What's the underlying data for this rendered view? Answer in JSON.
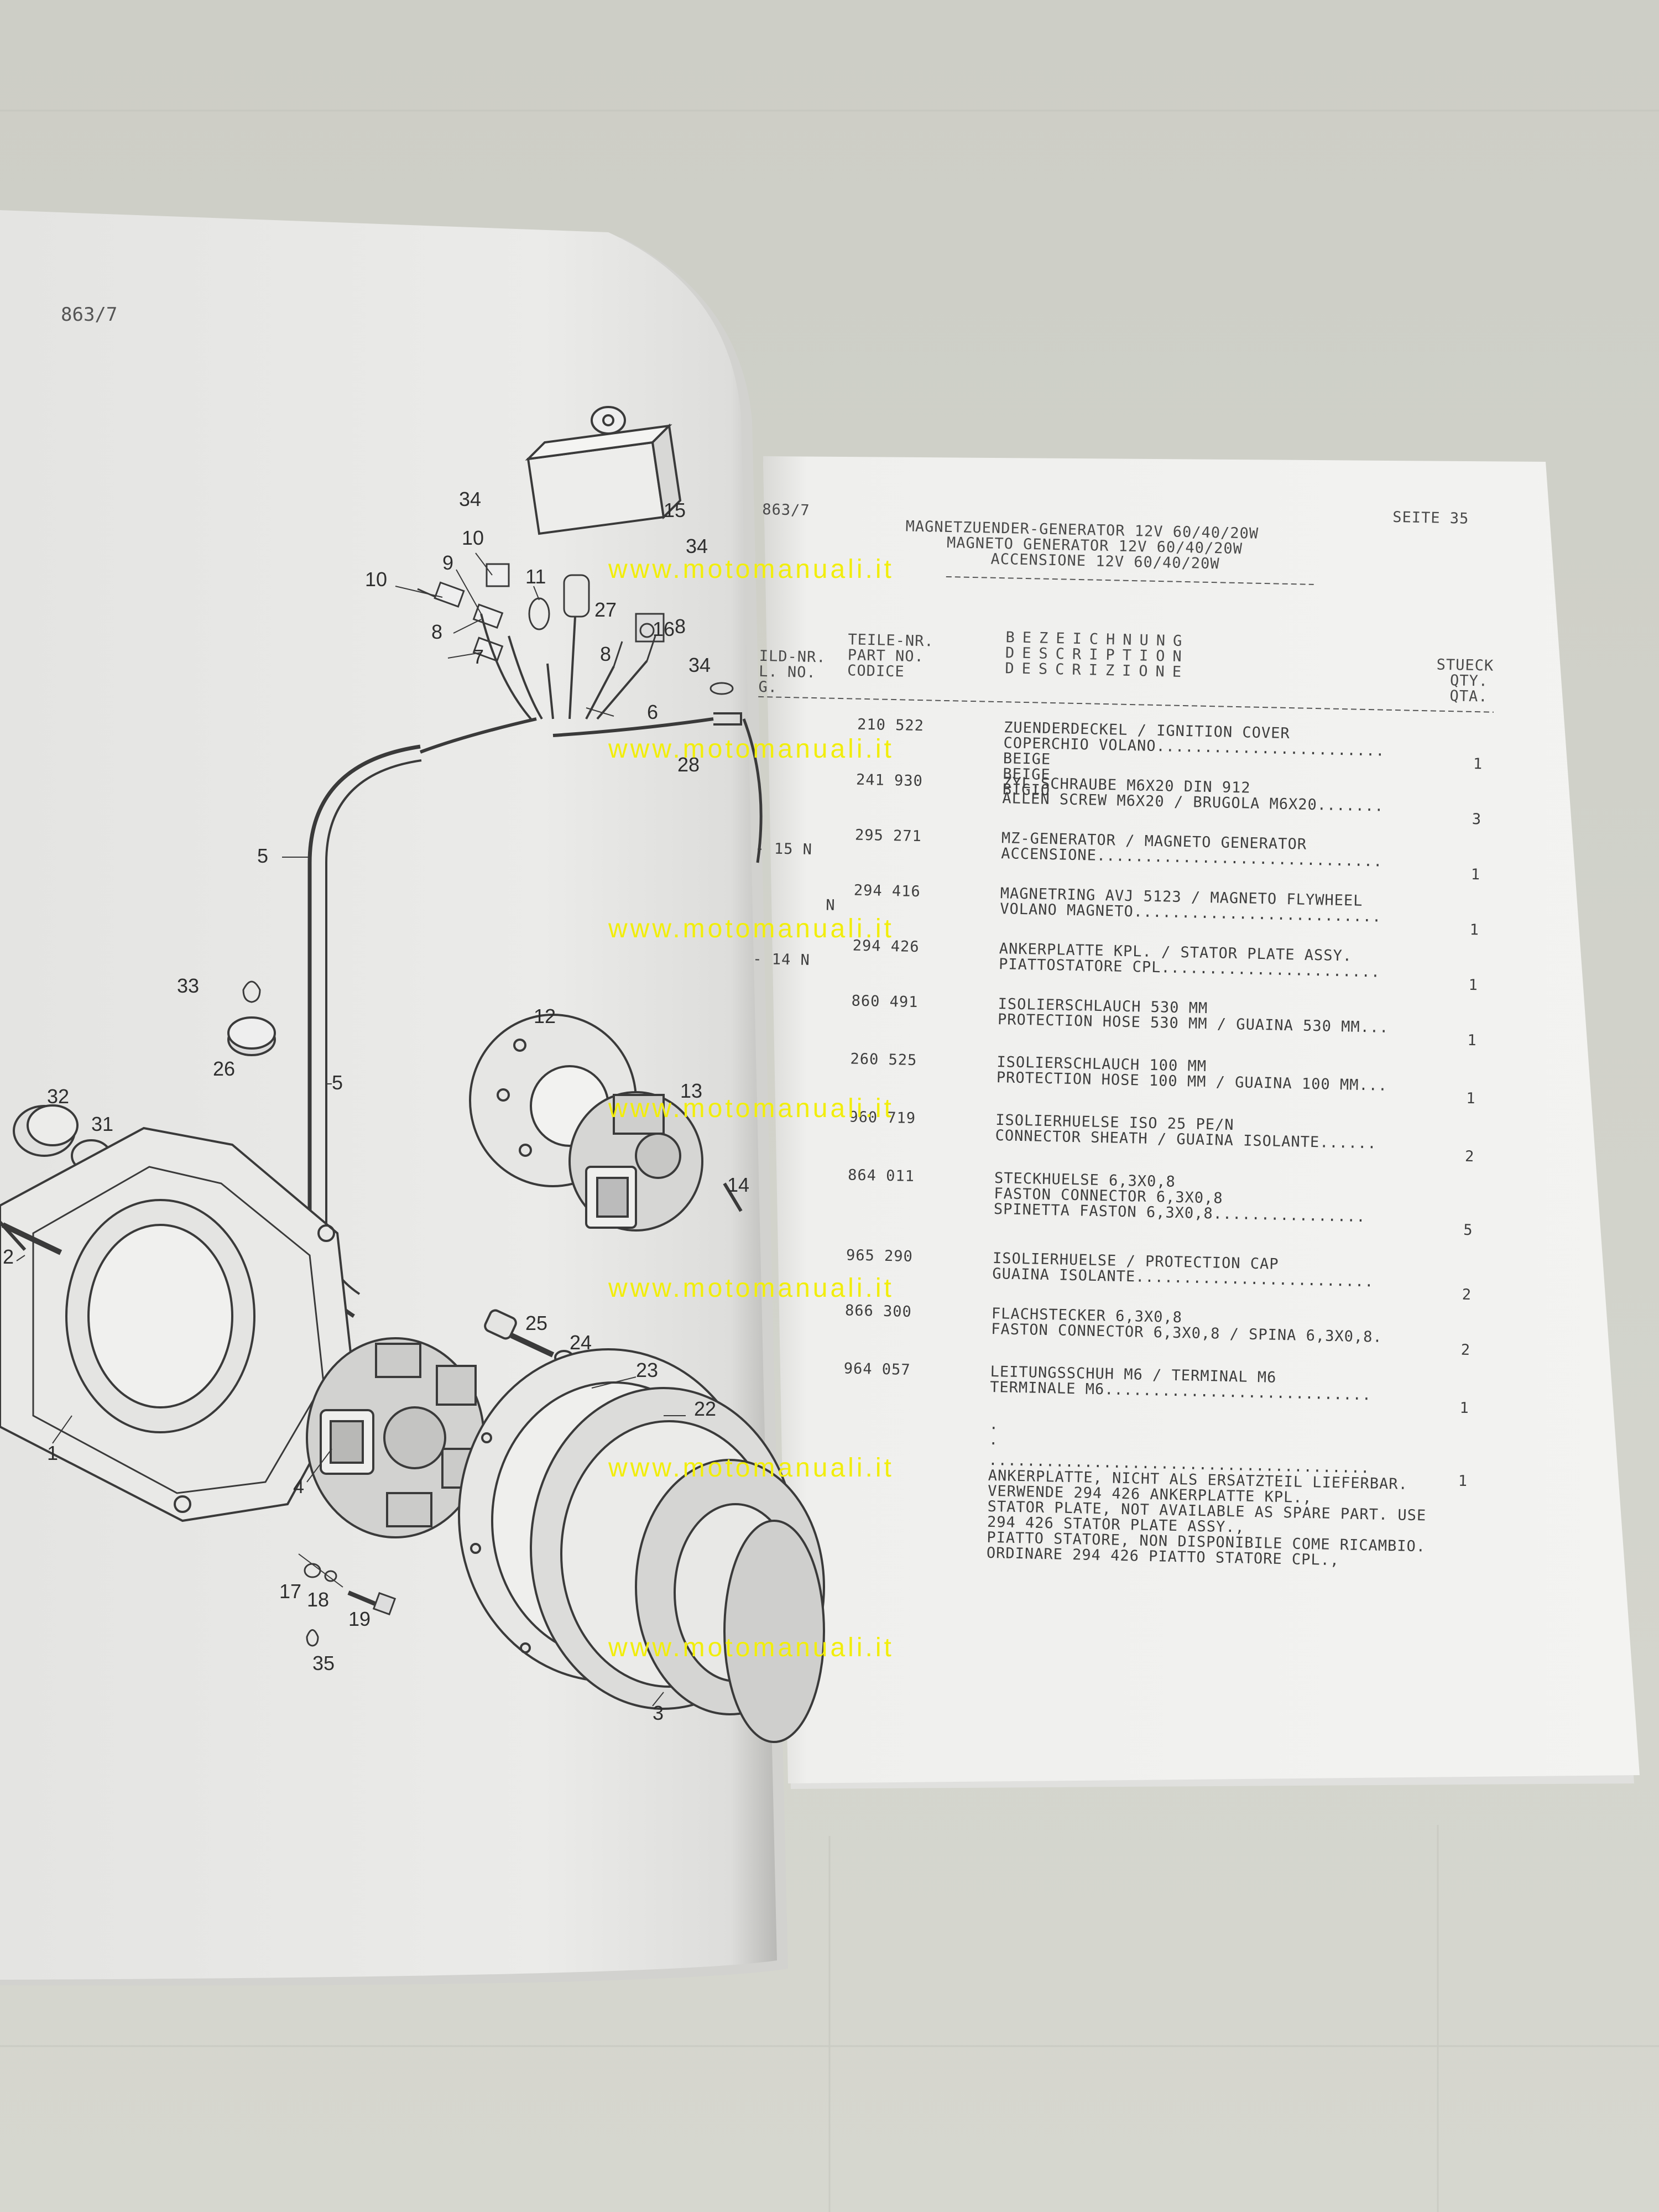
{
  "left_page": {
    "page_number": "863/7",
    "callouts": [
      "34",
      "15",
      "10",
      "9",
      "11",
      "27",
      "16",
      "8",
      "34",
      "10",
      "8",
      "7",
      "8",
      "6",
      "34",
      "28",
      "5",
      "33",
      "26",
      "12",
      "5",
      "13",
      "32",
      "31",
      "14",
      "2",
      "25",
      "24",
      "23",
      "22",
      "1",
      "4",
      "17",
      "18",
      "19",
      "35",
      "3"
    ]
  },
  "right_page": {
    "page_number": "863/7",
    "page_label": "SEITE  35",
    "title_lines": [
      "MAGNETZUENDER-GENERATOR 12V 60/40/20W",
      "MAGNETO GENERATOR 12V 60/40/20W",
      "ACCENSIONE 12V 60/40/20W"
    ],
    "col_fig": [
      "ILD-NR.",
      "L. NO.",
      "G."
    ],
    "col_part": [
      "TEILE-NR.",
      "PART NO.",
      "CODICE"
    ],
    "col_desc": [
      "BEZEICHNUNG",
      "DESCRIPTION",
      "DESCRIZIONE"
    ],
    "col_qty": [
      "STUECK",
      "QTY.",
      "QTA."
    ],
    "rows": [
      {
        "fig": "",
        "part": "210 522",
        "desc": [
          "ZUENDERDECKEL / IGNITION COVER",
          "COPERCHIO VOLANO........................",
          "BEIGE",
          "BEIGE",
          "BIGIO"
        ],
        "qty": "1"
      },
      {
        "fig": "",
        "part": "241 930",
        "desc": [
          "ZYL.SCHRAUBE M6X20 DIN 912",
          "ALLEN SCREW M6X20 / BRUGOLA M6X20......."
        ],
        "qty": "3"
      },
      {
        "fig": "- 15 N",
        "part": "295 271",
        "desc": [
          "MZ-GENERATOR / MAGNETO GENERATOR",
          "ACCENSIONE.............................."
        ],
        "qty": "1"
      },
      {
        "fig": "N",
        "part": "294 416",
        "desc": [
          "MAGNETRING AVJ 5123 / MAGNETO FLYWHEEL",
          "VOLANO MAGNETO.........................."
        ],
        "qty": "1"
      },
      {
        "fig": "- 14 N",
        "part": "294 426",
        "desc": [
          "ANKERPLATTE KPL. / STATOR PLATE ASSY.",
          "PIATTOSTATORE CPL......................."
        ],
        "qty": "1"
      },
      {
        "fig": "",
        "part": "860 491",
        "desc": [
          "ISOLIERSCHLAUCH 530 MM",
          "PROTECTION HOSE 530 MM / GUAINA 530 MM..."
        ],
        "qty": "1"
      },
      {
        "fig": "",
        "part": "260 525",
        "desc": [
          "ISOLIERSCHLAUCH 100 MM",
          "PROTECTION HOSE 100 MM / GUAINA 100 MM..."
        ],
        "qty": "1"
      },
      {
        "fig": "",
        "part": "960 719",
        "desc": [
          "ISOLIERHUELSE ISO 25 PE/N",
          "CONNECTOR SHEATH / GUAINA ISOLANTE......"
        ],
        "qty": "2"
      },
      {
        "fig": "",
        "part": "864 011",
        "desc": [
          "STECKHUELSE 6,3X0,8",
          "FASTON CONNECTOR 6,3X0,8",
          "SPINETTA FASTON 6,3X0,8................"
        ],
        "qty": "5"
      },
      {
        "fig": "",
        "part": "965 290",
        "desc": [
          "ISOLIERHUELSE / PROTECTION CAP",
          "GUAINA ISOLANTE........................."
        ],
        "qty": "2"
      },
      {
        "fig": "",
        "part": "866 300",
        "desc": [
          "FLACHSTECKER 6,3X0,8",
          "FASTON CONNECTOR 6,3X0,8 / SPINA 6,3X0,8."
        ],
        "qty": "2"
      },
      {
        "fig": "",
        "part": "964 057",
        "desc": [
          "LEITUNGSSCHUH M6 / TERMINAL M6",
          "TERMINALE M6............................"
        ],
        "qty": "1"
      },
      {
        "fig": "",
        "part": "",
        "desc": [
          ".",
          "."
        ],
        "qty": ""
      },
      {
        "fig": "",
        "part": "",
        "desc": [
          "........................................",
          "ANKERPLATTE, NICHT ALS ERSATZTEIL LIEFERBAR.",
          "VERWENDE 294 426 ANKERPLATTE KPL.,",
          "STATOR PLATE, NOT AVAILABLE AS SPARE PART. USE",
          "294 426 STATOR PLATE ASSY.,",
          "PIATTO STATORE, NON DISPONIBILE COME RICAMBIO.",
          "ORDINARE 294 426 PIATTO STATORE CPL.,"
        ],
        "qty": "1"
      }
    ]
  },
  "watermark": "www.motomanuali.it",
  "colors": {
    "background": "#cfd0c8",
    "paper": "#f1f1ef",
    "ink": "#3e3e3e",
    "watermark": "#f2ee0a"
  }
}
